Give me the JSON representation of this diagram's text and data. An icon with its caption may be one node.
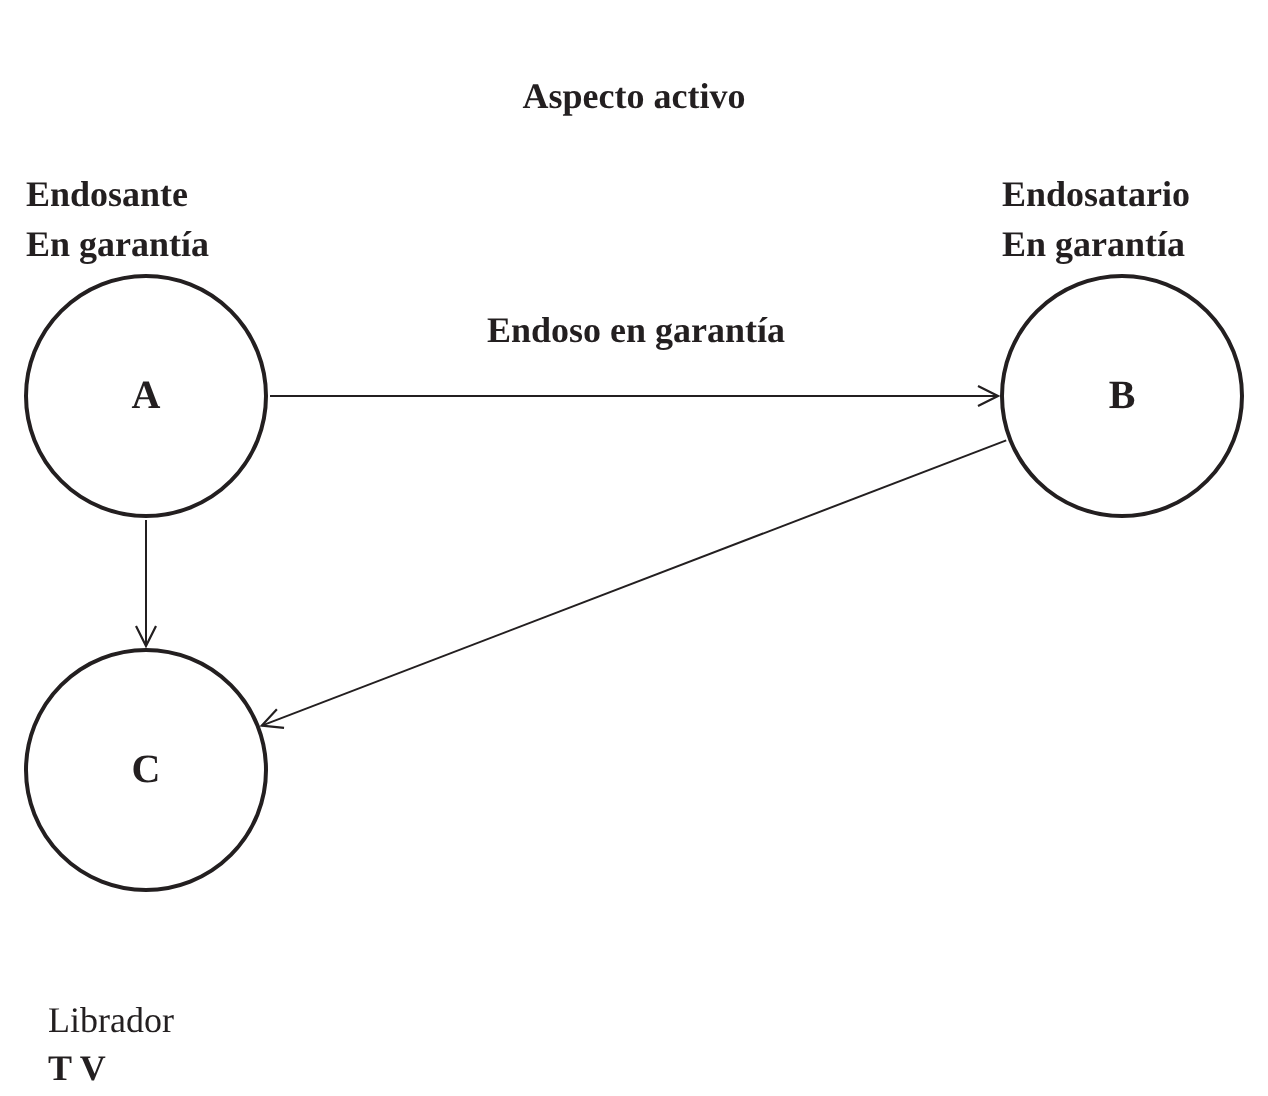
{
  "diagram": {
    "title": "Aspecto activo",
    "nodes": [
      {
        "text": [
          "A"
        ],
        "beside": [
          "Endosante En garantía"
        ]
      },
      {
        "text": [
          "B"
        ],
        "beside": [
          "Endosatario En garantía"
        ]
      },
      {
        "text": [
          "C"
        ],
        "beside": [
          "Librador",
          "T V"
        ]
      }
    ],
    "edges": [
      {
        "from": 0,
        "to": 1,
        "arrow": "to",
        "label": "Endoso en garantía"
      },
      {
        "from": 0,
        "to": 2,
        "arrow": "to"
      },
      {
        "from": 1,
        "to": 2,
        "arrow": "to"
      }
    ]
  }
}
